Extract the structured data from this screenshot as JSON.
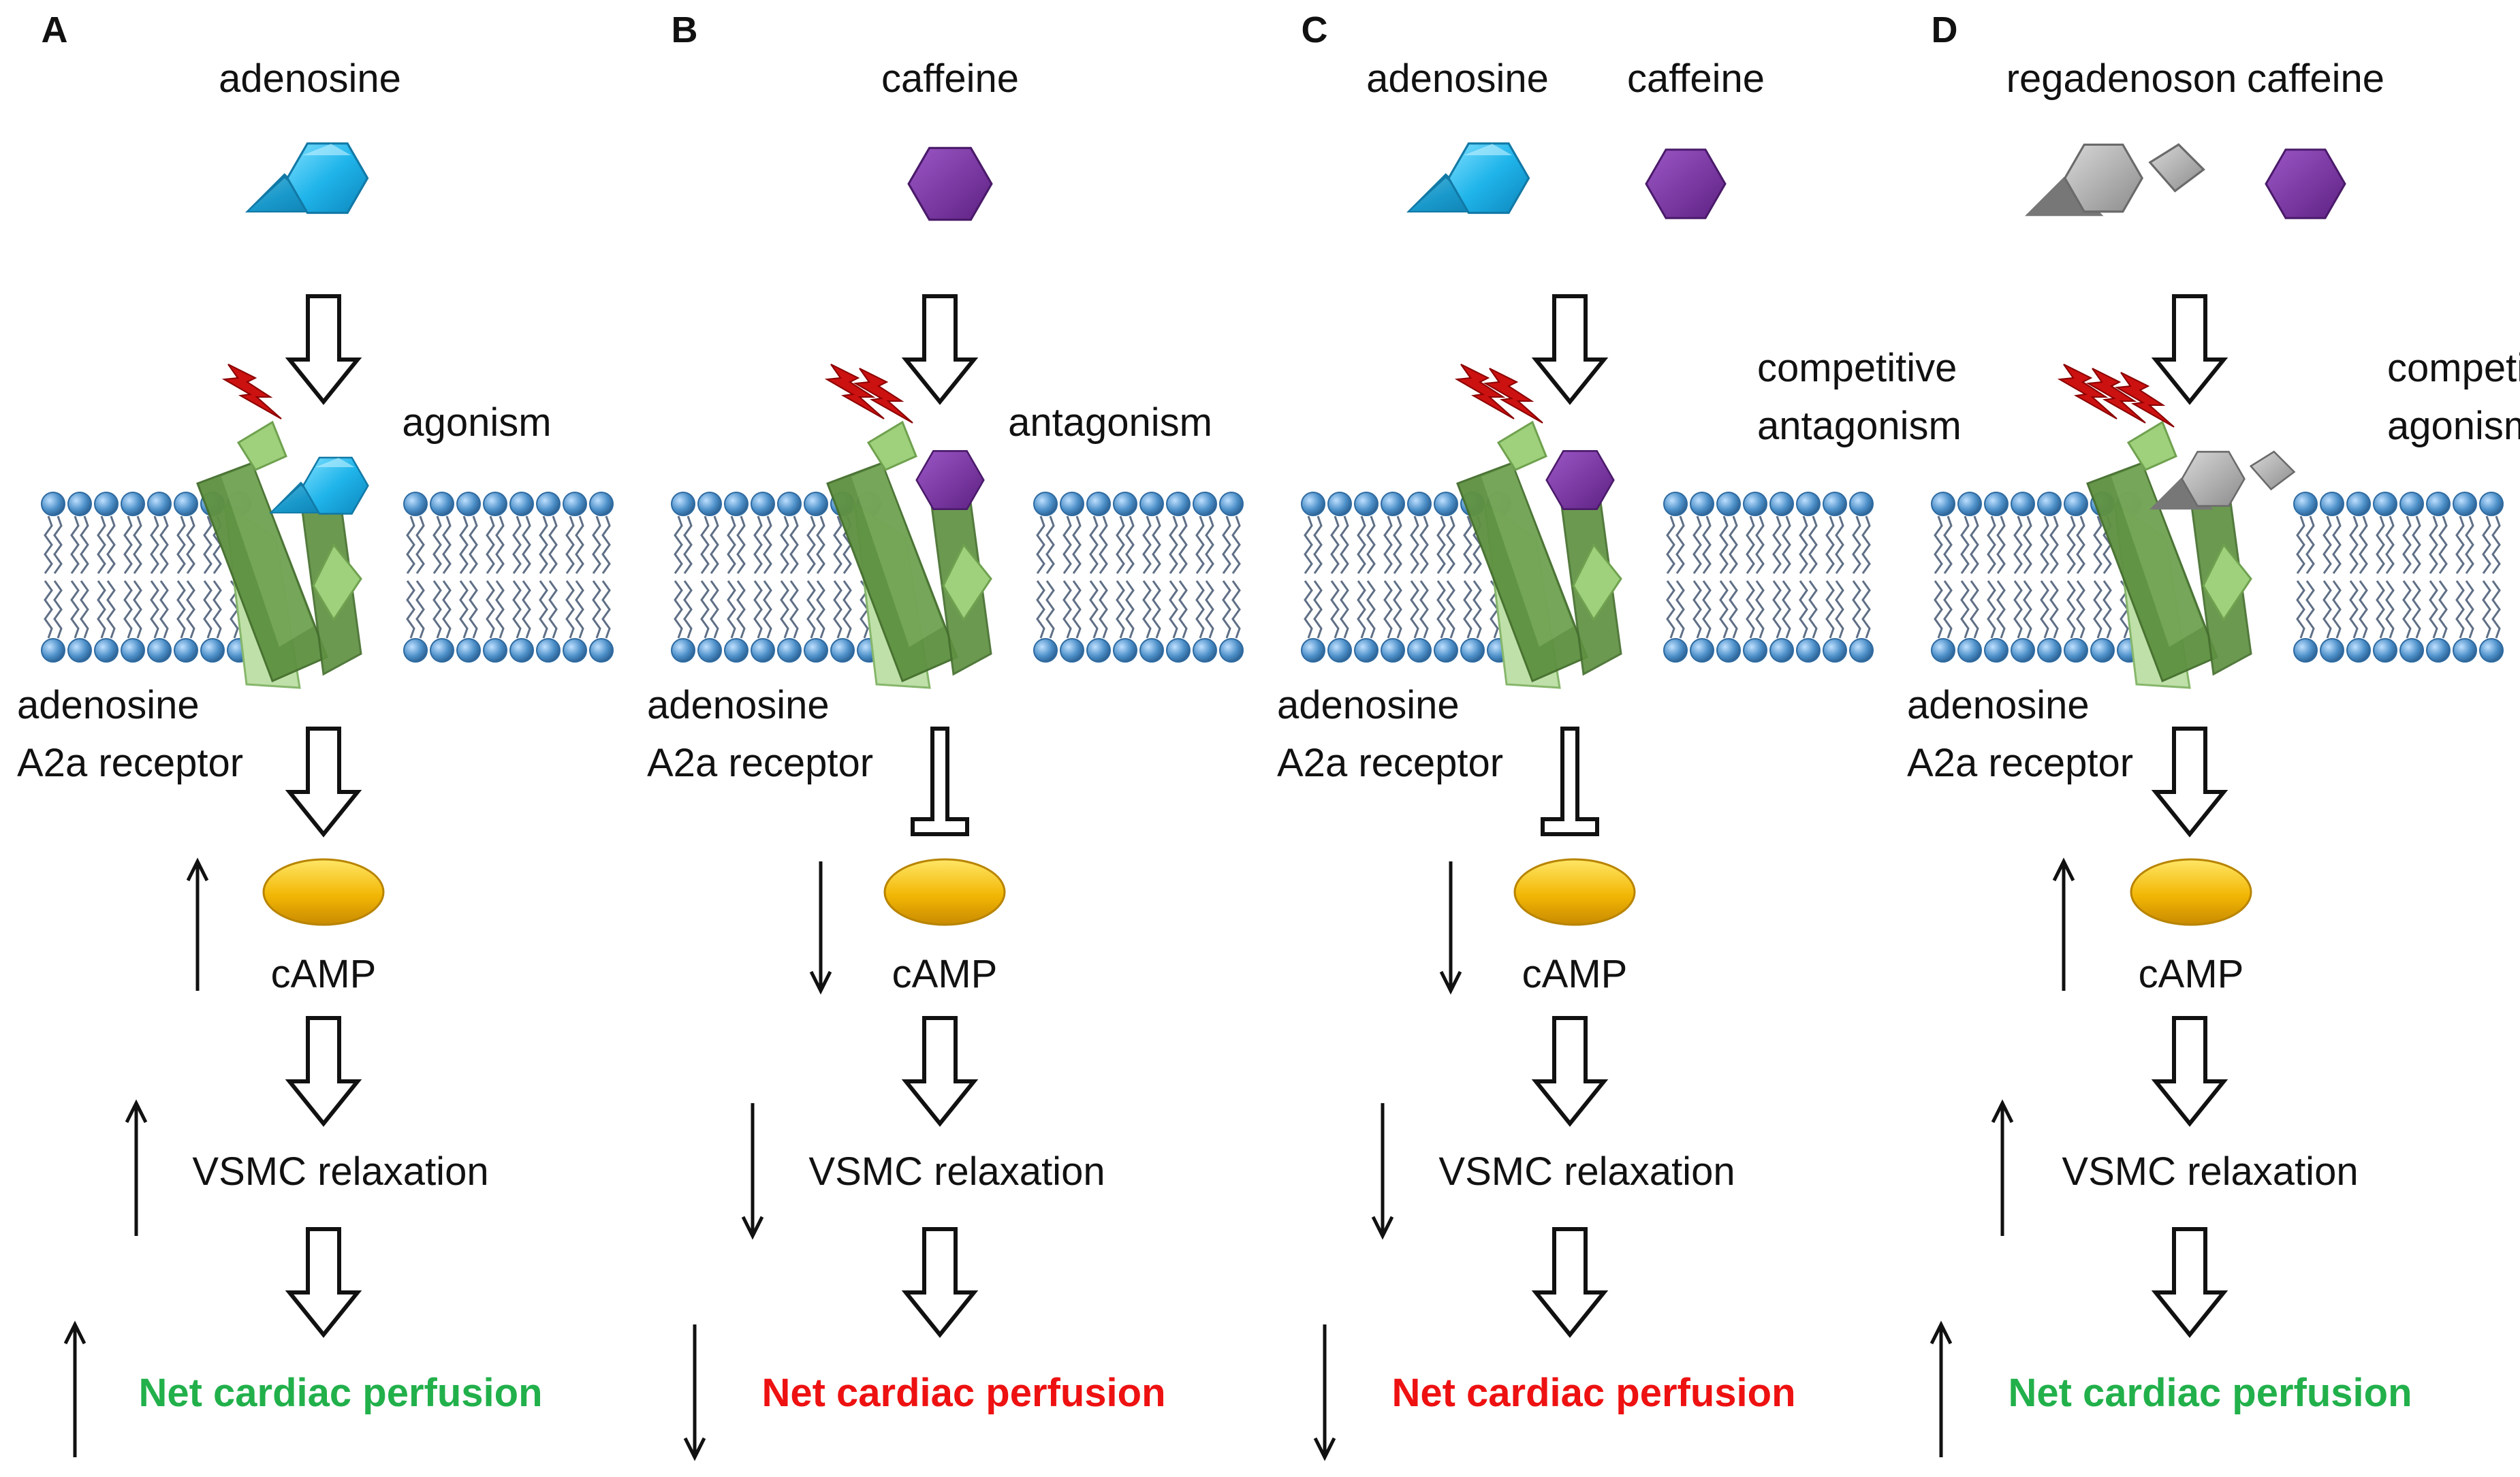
{
  "colors": {
    "adenosine": "#1fb4ea",
    "adenosine_dark": "#1279a6",
    "caffeine": "#7b33a6",
    "regadenoson": "#a9a9a9",
    "regadenoson_dark": "#777777",
    "receptor_dark": "#5f9142",
    "receptor_light": "#bfe0a8",
    "lipid_head": "#4d90c9",
    "camp": "#f2b705",
    "lightning": "#cc1111",
    "increase_text": "#22b04b",
    "decrease_text": "#ee1111",
    "text": "#111111"
  },
  "panels": [
    {
      "letter": "A",
      "ligands": [
        {
          "label": "adenosine",
          "kind": "adenosine"
        }
      ],
      "bound": "adenosine",
      "lightning_count": 1,
      "action": [
        "agonism"
      ],
      "receptor": [
        "adenosine",
        "A2a receptor"
      ],
      "camp_label": "cAMP",
      "relax_label": "VSMC relaxation",
      "outcome_label": "Net cardiac perfusion",
      "direction": "up",
      "signal": "full"
    },
    {
      "letter": "B",
      "ligands": [
        {
          "label": "caffeine",
          "kind": "caffeine"
        }
      ],
      "bound": "caffeine",
      "lightning_count": 2,
      "action": [
        "antagonism"
      ],
      "receptor": [
        "adenosine",
        "A2a receptor"
      ],
      "camp_label": "cAMP",
      "relax_label": "VSMC relaxation",
      "outcome_label": "Net cardiac perfusion",
      "direction": "down",
      "signal": "thin"
    },
    {
      "letter": "C",
      "ligands": [
        {
          "label": "adenosine",
          "kind": "adenosine"
        },
        {
          "label": "caffeine",
          "kind": "caffeine"
        }
      ],
      "bound": "caffeine",
      "lightning_count": 2,
      "action": [
        "competitive",
        "antagonism"
      ],
      "receptor": [
        "adenosine",
        "A2a receptor"
      ],
      "camp_label": "cAMP",
      "relax_label": "VSMC relaxation",
      "outcome_label": "Net cardiac perfusion",
      "direction": "down",
      "signal": "thin"
    },
    {
      "letter": "D",
      "ligands": [
        {
          "label": "regadenoson",
          "kind": "regadenoson"
        },
        {
          "label": "caffeine",
          "kind": "caffeine"
        }
      ],
      "bound": "regadenoson",
      "lightning_count": 3,
      "action": [
        "competitive",
        "agonism"
      ],
      "receptor": [
        "adenosine",
        "A2a receptor"
      ],
      "camp_label": "cAMP",
      "relax_label": "VSMC relaxation",
      "outcome_label": "Net cardiac perfusion",
      "direction": "up",
      "signal": "full"
    }
  ]
}
